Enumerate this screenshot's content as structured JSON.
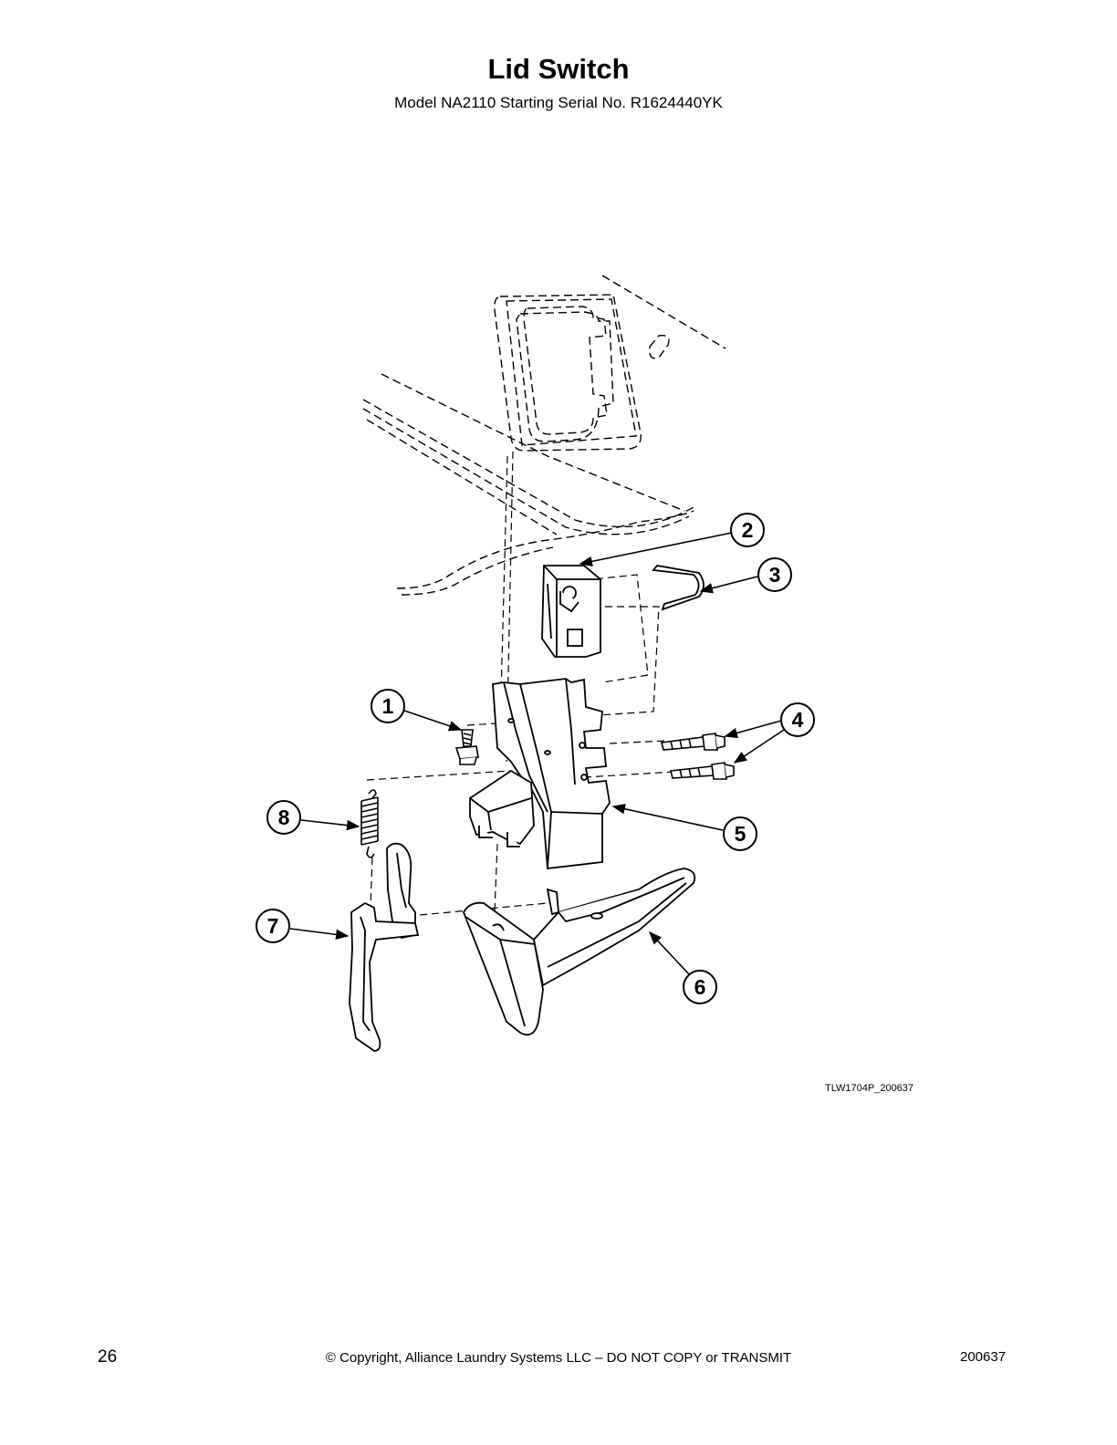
{
  "header": {
    "title": "Lid Switch",
    "subtitle": "Model NA2110 Starting Serial No. R1624440YK"
  },
  "diagram": {
    "callouts": [
      {
        "id": "1",
        "label": "1"
      },
      {
        "id": "2",
        "label": "2"
      },
      {
        "id": "3",
        "label": "3"
      },
      {
        "id": "4",
        "label": "4"
      },
      {
        "id": "5",
        "label": "5"
      },
      {
        "id": "6",
        "label": "6"
      },
      {
        "id": "7",
        "label": "7"
      },
      {
        "id": "8",
        "label": "8"
      }
    ],
    "figure_id": "TLW1704P_200637"
  },
  "footer": {
    "page_number": "26",
    "copyright": "© Copyright, Alliance Laundry Systems LLC – DO NOT COPY or TRANSMIT",
    "doc_number": "200637"
  }
}
